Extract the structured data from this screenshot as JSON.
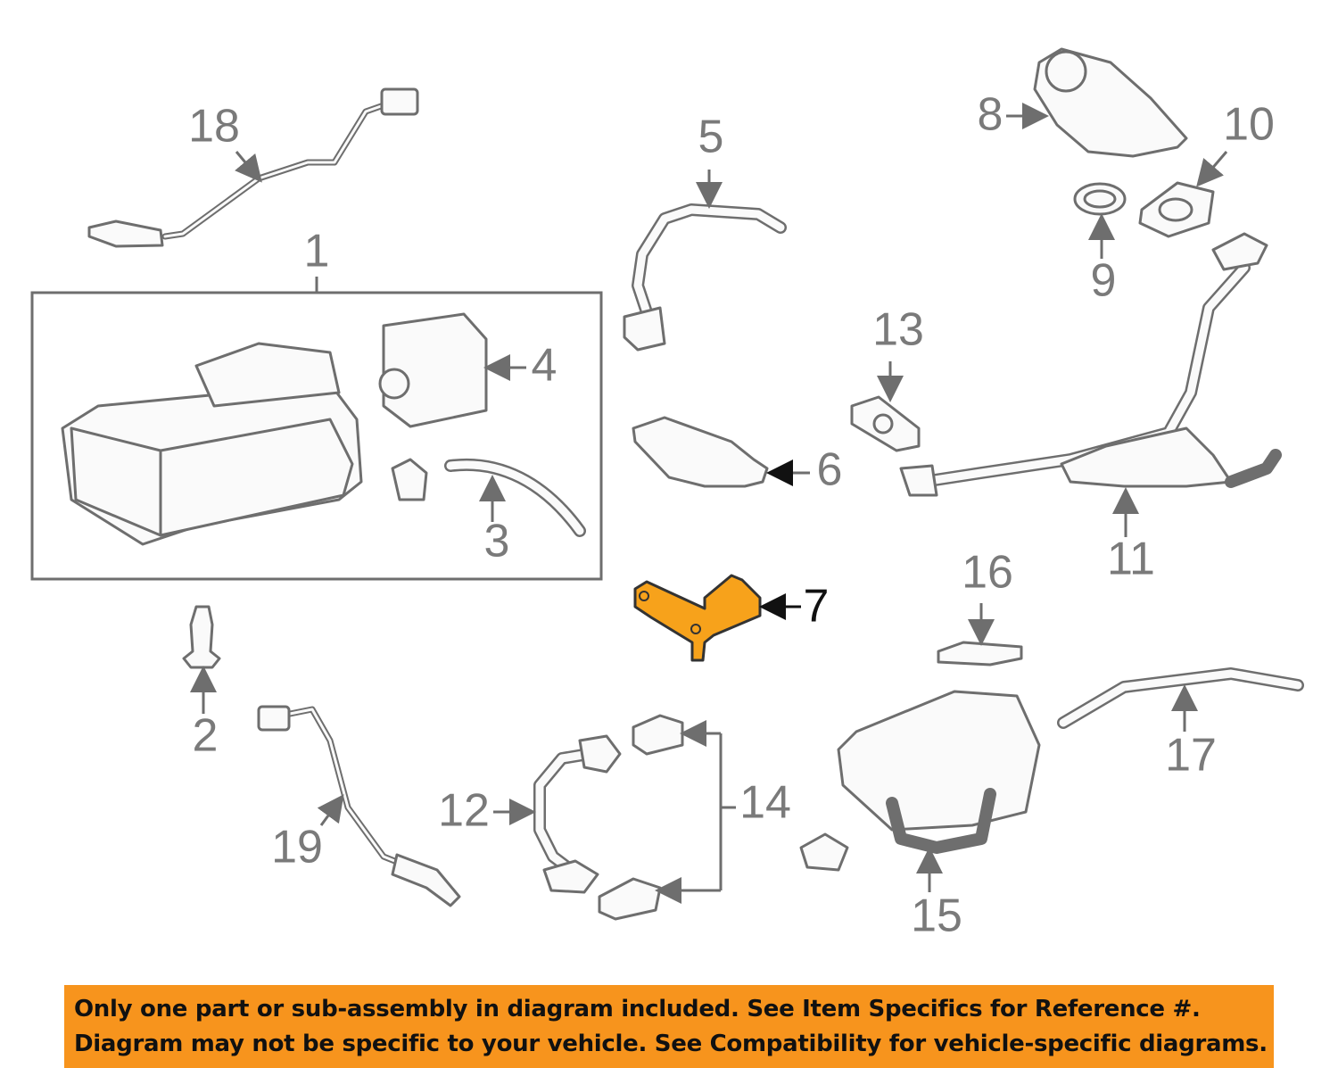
{
  "diagram": {
    "highlight_color": "#f7941d",
    "highlighted_part": "7",
    "labels": {
      "p1": "1",
      "p2": "2",
      "p3": "3",
      "p4": "4",
      "p5": "5",
      "p6": "6",
      "p7": "7",
      "p8": "8",
      "p9": "9",
      "p10": "10",
      "p11": "11",
      "p12": "12",
      "p13": "13",
      "p14": "14",
      "p15": "15",
      "p16": "16",
      "p17": "17",
      "p18": "18",
      "p19": "19"
    }
  },
  "banner": {
    "line1": "Only one part or sub-assembly in diagram included. See Item Specifics for Reference #.",
    "line2": "Diagram may not be specific to your vehicle. See Compatibility for vehicle-specific diagrams."
  }
}
